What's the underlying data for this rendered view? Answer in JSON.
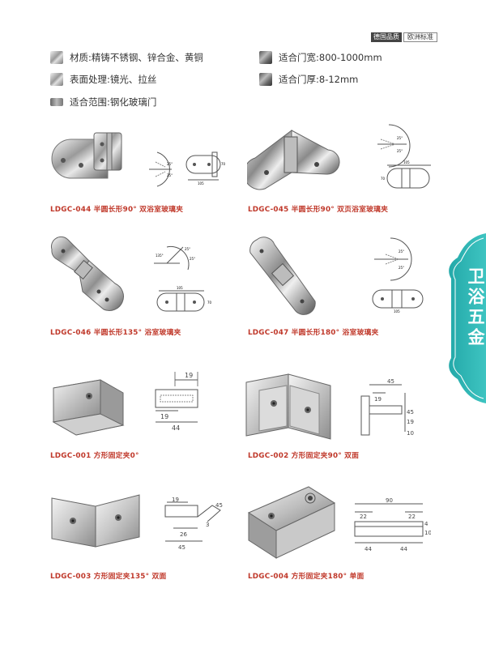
{
  "brand": {
    "label_left": "德国品质",
    "label_right": "欧洲标准"
  },
  "specs": {
    "material": "材质:精铸不锈钢、锌合金、黄铜",
    "surface": "表面处理:镜光、拉丝",
    "scope": "适合范围:钢化玻璃门",
    "door_width": "适合门宽:800-1000mm",
    "door_thickness": "适合门厚:8-12mm"
  },
  "section_tab": "卫浴五金",
  "products": [
    {
      "caption": "LDGC-044 半圆长形90° 双浴室玻璃夹"
    },
    {
      "caption": "LDGC-045 半圆长形90° 双页浴室玻璃夹"
    },
    {
      "caption": "LDGC-046 半圆长形135° 浴室玻璃夹"
    },
    {
      "caption": "LDGC-047 半圆长形180° 浴室玻璃夹"
    },
    {
      "caption": "LDGC-001 方形固定夹0°"
    },
    {
      "caption": "LDGC-002 方形固定夹90° 双面"
    },
    {
      "caption": "LDGC-003 方形固定夹135° 双面"
    },
    {
      "caption": "LDGC-004 方形固定夹180° 单面"
    }
  ],
  "dimensions": {
    "p044": [
      "25°",
      "25°",
      "70",
      "105"
    ],
    "p045": [
      "25°",
      "25°",
      "105",
      "70"
    ],
    "p046": [
      "135°",
      "25°",
      "25°",
      "105",
      "70"
    ],
    "p047": [
      "25°",
      "25°",
      "105"
    ],
    "p001": [
      "19",
      "19",
      "44"
    ],
    "p002": [
      "45",
      "19",
      "45",
      "19",
      "10"
    ],
    "p003": [
      "19",
      "45",
      "26",
      "3",
      "45"
    ],
    "p004": [
      "90",
      "22",
      "22",
      "4",
      "10",
      "44",
      "44"
    ]
  },
  "colors": {
    "accent_red": "#c0392b",
    "tab_teal": "#2bb3b3"
  }
}
